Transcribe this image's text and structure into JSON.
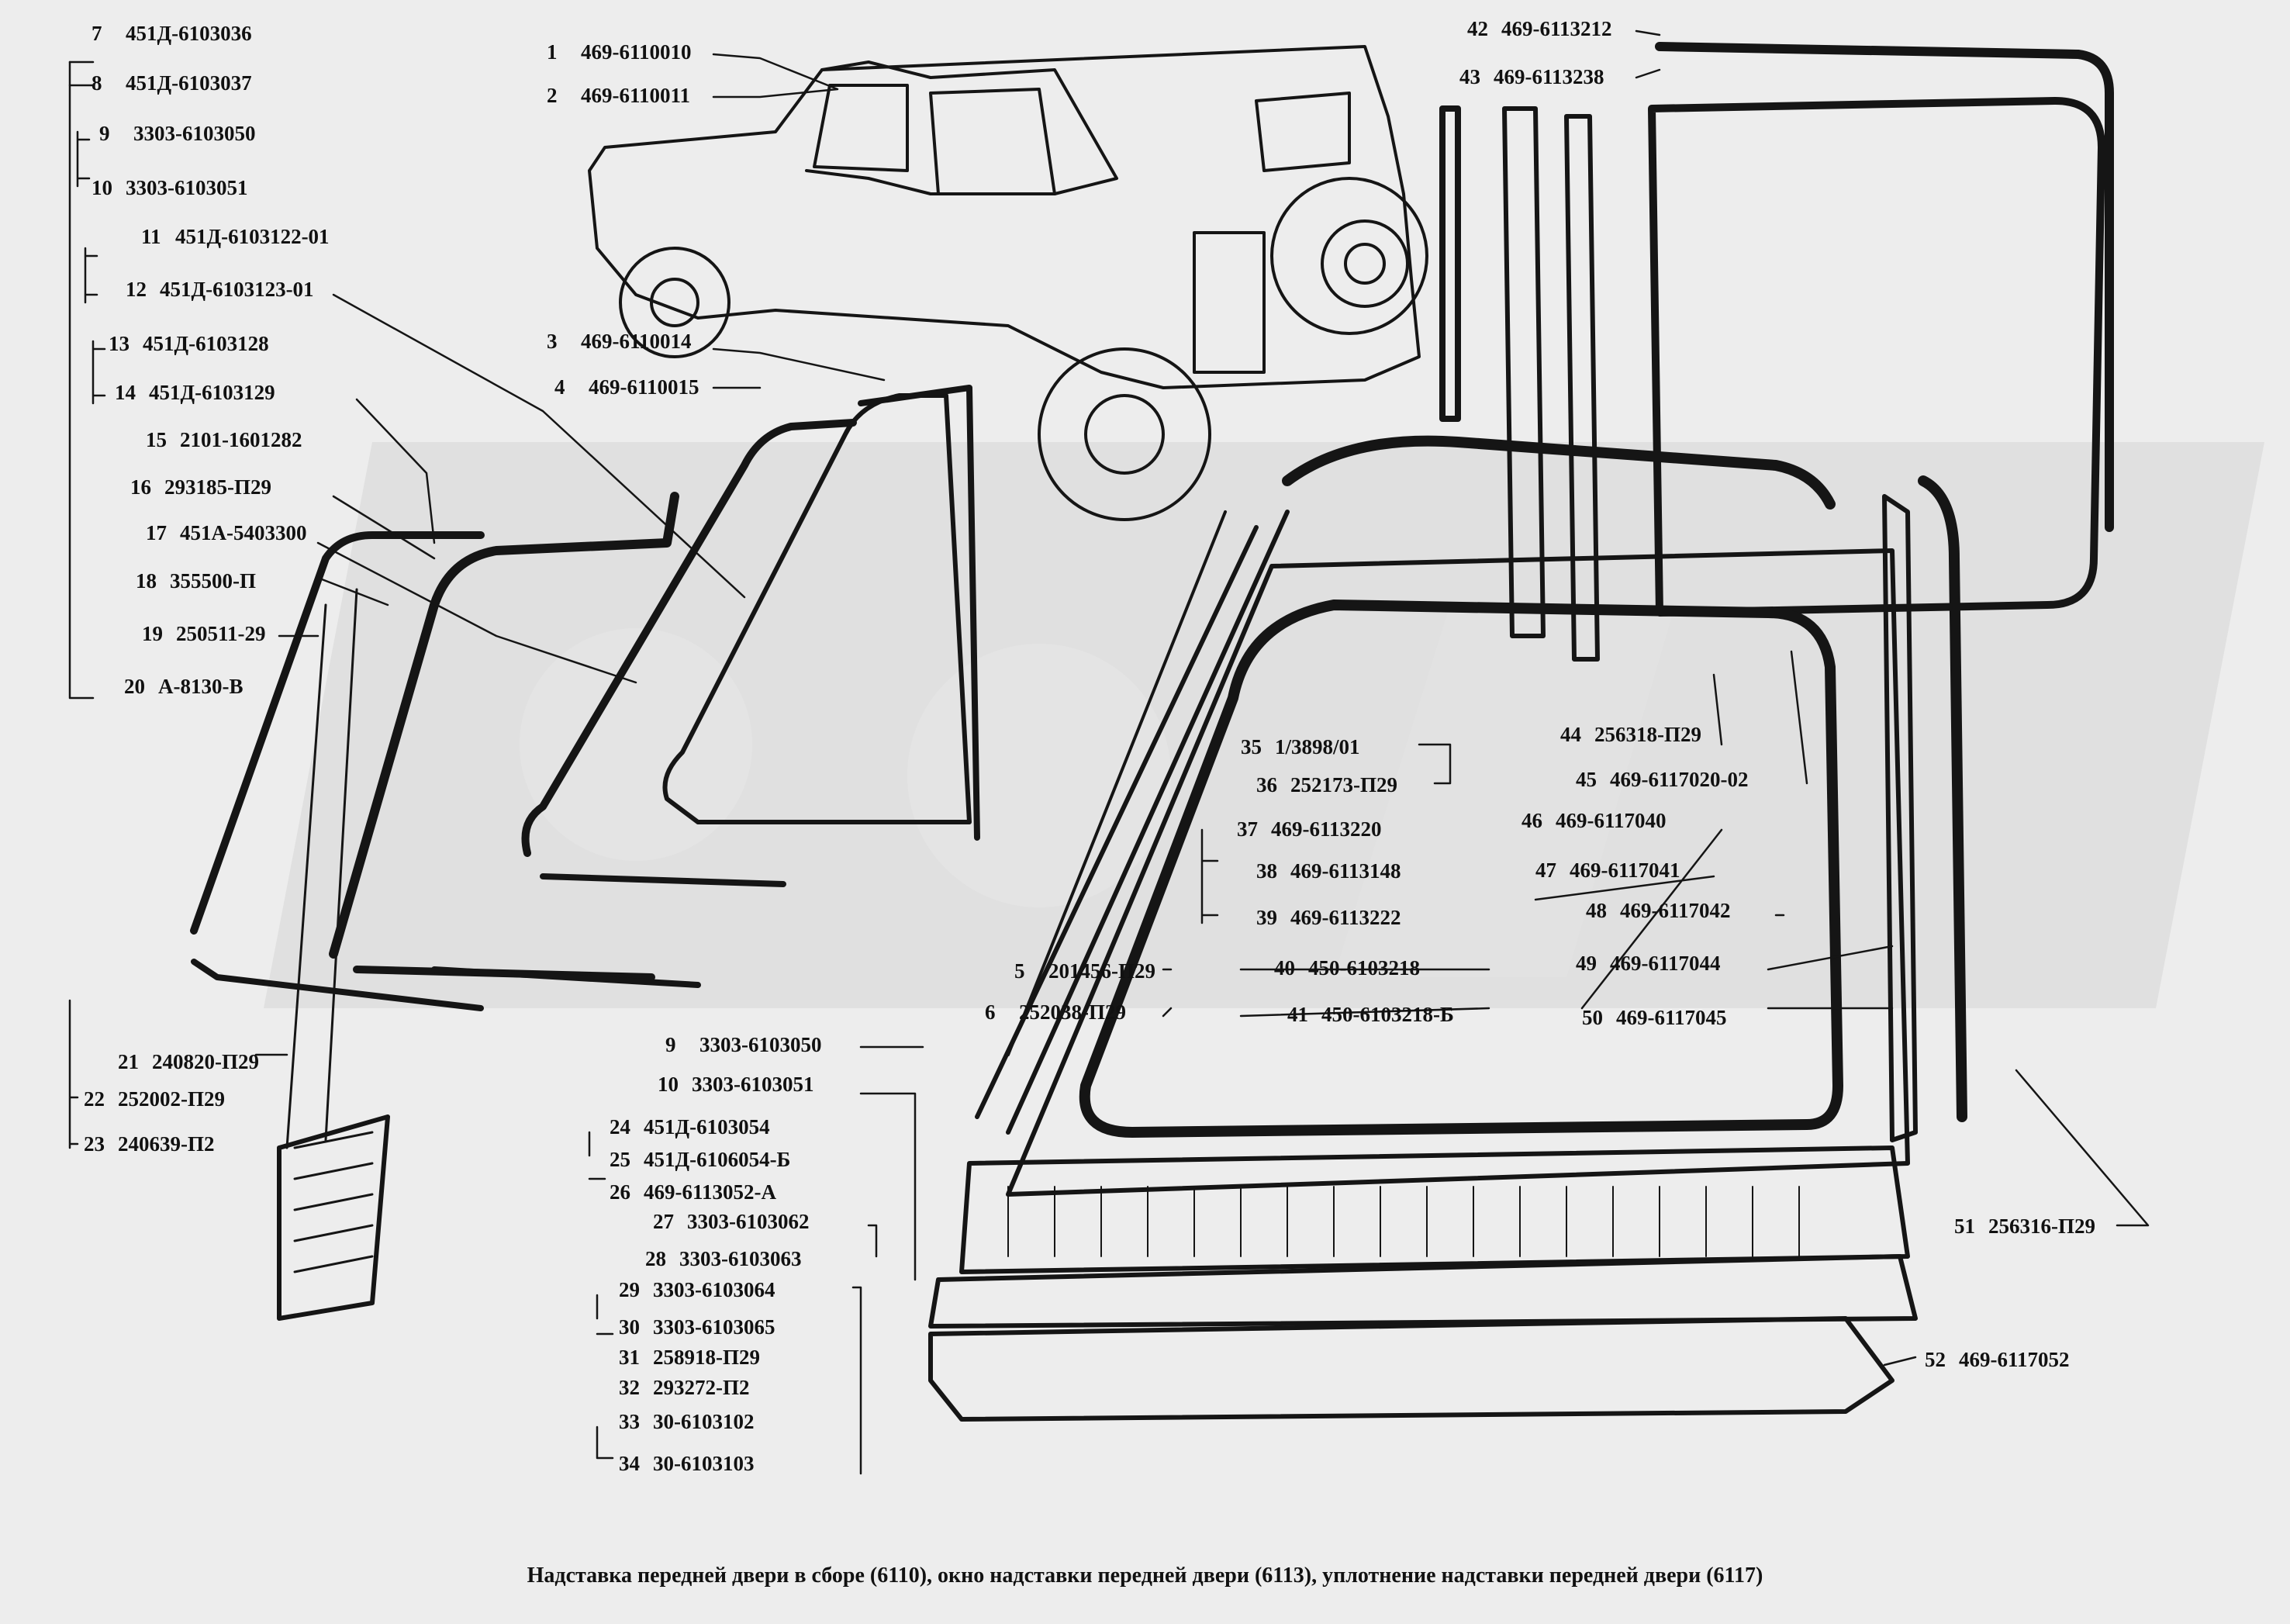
{
  "labels": [
    {
      "num": "7",
      "code": "451Д-6103036"
    },
    {
      "num": "8",
      "code": "451Д-6103037"
    },
    {
      "num": "9",
      "code": "3303-6103050"
    },
    {
      "num": "10",
      "code": "3303-6103051"
    },
    {
      "num": "11",
      "code": "451Д-6103122-01"
    },
    {
      "num": "12",
      "code": "451Д-6103123-01"
    },
    {
      "num": "13",
      "code": "451Д-6103128"
    },
    {
      "num": "14",
      "code": "451Д-6103129"
    },
    {
      "num": "15",
      "code": "2101-1601282"
    },
    {
      "num": "16",
      "code": "293185-П29"
    },
    {
      "num": "17",
      "code": "451А-5403300"
    },
    {
      "num": "18",
      "code": "355500-П"
    },
    {
      "num": "19",
      "code": "250511-29"
    },
    {
      "num": "20",
      "code": "А-8130-В"
    },
    {
      "num": "21",
      "code": "240820-П29"
    },
    {
      "num": "22",
      "code": "252002-П29"
    },
    {
      "num": "23",
      "code": "240639-П2"
    },
    {
      "num": "1",
      "code": "469-6110010"
    },
    {
      "num": "2",
      "code": "469-6110011"
    },
    {
      "num": "3",
      "code": "469-6110014"
    },
    {
      "num": "4",
      "code": "469-6110015"
    },
    {
      "num": "42",
      "code": "469-6113212"
    },
    {
      "num": "43",
      "code": "469-6113238"
    },
    {
      "num": "44",
      "code": "256318-П29"
    },
    {
      "num": "45",
      "code": "469-6117020-02"
    },
    {
      "num": "46",
      "code": "469-6117040"
    },
    {
      "num": "47",
      "code": "469-6117041"
    },
    {
      "num": "48",
      "code": "469-6117042"
    },
    {
      "num": "49",
      "code": "469-6117044"
    },
    {
      "num": "50",
      "code": "469-6117045"
    },
    {
      "num": "35",
      "code": "1/3898/01"
    },
    {
      "num": "36",
      "code": "252173-П29"
    },
    {
      "num": "37",
      "code": "469-6113220"
    },
    {
      "num": "38",
      "code": "469-6113148"
    },
    {
      "num": "39",
      "code": "469-6113222"
    },
    {
      "num": "40",
      "code": "450-6103218"
    },
    {
      "num": "41",
      "code": "450-6103218-Б"
    },
    {
      "num": "5",
      "code": "201456-П29"
    },
    {
      "num": "6",
      "code": "252038-П29"
    },
    {
      "num": "9",
      "code": "3303-6103050"
    },
    {
      "num": "10",
      "code": "3303-6103051"
    },
    {
      "num": "24",
      "code": "451Д-6103054"
    },
    {
      "num": "25",
      "code": "451Д-6106054-Б"
    },
    {
      "num": "26",
      "code": "469-6113052-А"
    },
    {
      "num": "27",
      "code": "3303-6103062"
    },
    {
      "num": "28",
      "code": "3303-6103063"
    },
    {
      "num": "29",
      "code": "3303-6103064"
    },
    {
      "num": "30",
      "code": "3303-6103065"
    },
    {
      "num": "31",
      "code": "258918-П29"
    },
    {
      "num": "32",
      "code": "293272-П2"
    },
    {
      "num": "33",
      "code": "30-6103102"
    },
    {
      "num": "34",
      "code": "30-6103103"
    },
    {
      "num": "51",
      "code": "256316-П29"
    },
    {
      "num": "52",
      "code": "469-6117052"
    }
  ],
  "caption": "Надставка передней двери в сборе (6110), окно надставки передней двери (6113), уплотнение надставки передней двери (6117)",
  "colors": {
    "background": "#ededed",
    "ink": "#111111",
    "watermark": "#d2d2d2"
  }
}
